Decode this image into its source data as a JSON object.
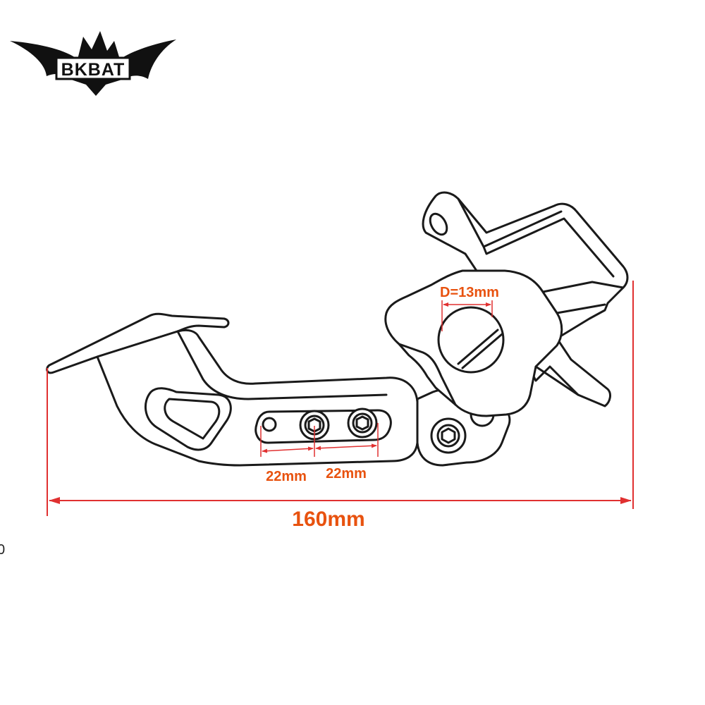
{
  "brand": {
    "name": "BKBAT"
  },
  "dimensions": {
    "diameter_label": "D=13mm",
    "spacing_1_label": "22mm",
    "spacing_2_label": "22mm",
    "overall_length_label": "160mm"
  },
  "edge_fragment": "0",
  "colors": {
    "dimension": "#e8520f",
    "dimension_line": "#e03030",
    "outline": "#1a1a1a",
    "logo": "#111111"
  }
}
